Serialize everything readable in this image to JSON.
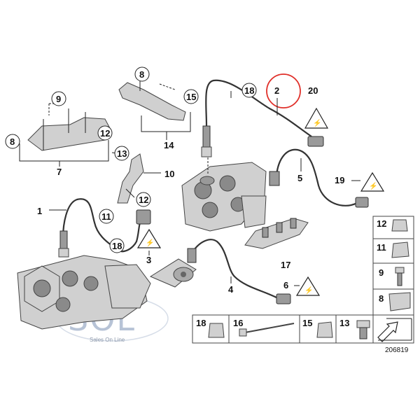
{
  "callouts": {
    "c1": "1",
    "c2": "2",
    "c3": "3",
    "c4": "4",
    "c5": "5",
    "c6": "6",
    "c7": "7",
    "c8a": "8",
    "c8b": "8",
    "c9": "9",
    "c10": "10",
    "c11": "11",
    "c12a": "12",
    "c12b": "12",
    "c13": "13",
    "c14": "14",
    "c15": "15",
    "c17": "17",
    "c18a": "18",
    "c18b": "18",
    "c19": "19",
    "c20": "20"
  },
  "legend_side": {
    "l12": "12",
    "l11": "11",
    "l9": "9",
    "l8": "8"
  },
  "legend_bottom": {
    "l18": "18",
    "l16": "16",
    "l15": "15",
    "l13": "13"
  },
  "watermark": {
    "logo": "SOL",
    "tagline": "Sales On Line"
  },
  "diagram_number": "206819",
  "colors": {
    "highlight_circle": "#e0302a",
    "watermark": "#b7c3d6"
  }
}
